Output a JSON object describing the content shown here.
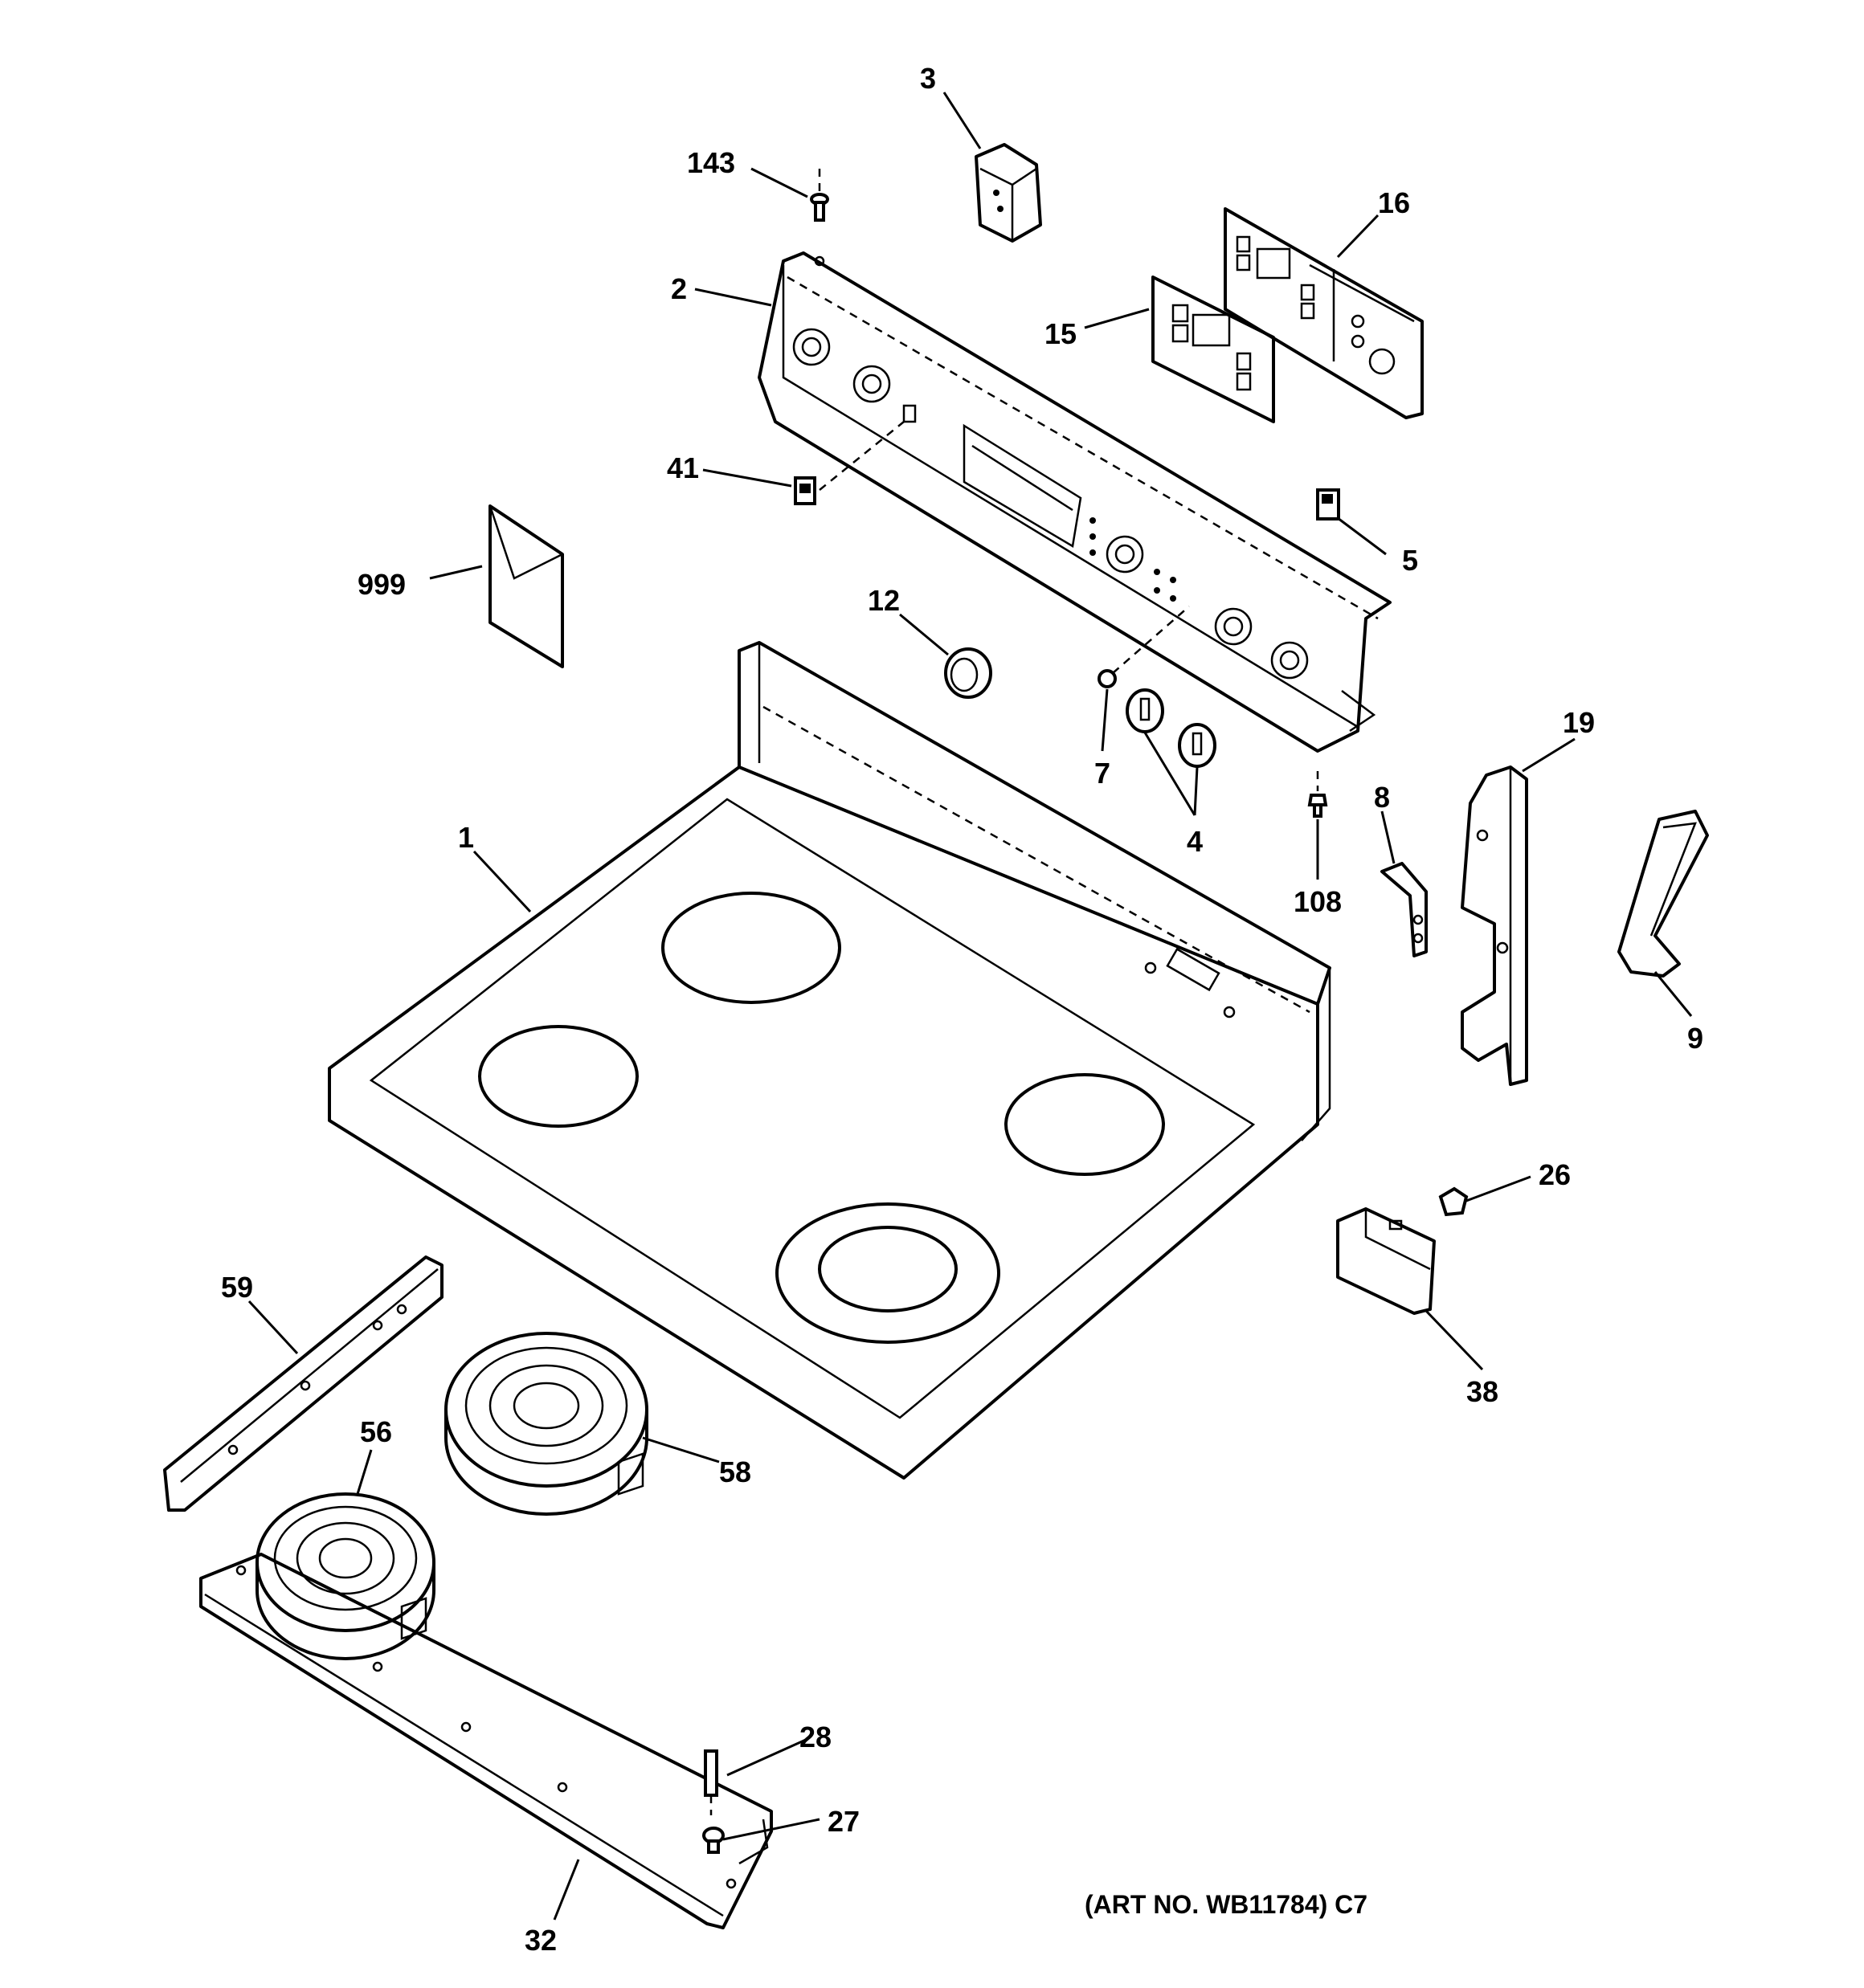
{
  "callouts": [
    {
      "id": "c3",
      "label": "3"
    },
    {
      "id": "c143",
      "label": "143"
    },
    {
      "id": "c16",
      "label": "16"
    },
    {
      "id": "c2",
      "label": "2"
    },
    {
      "id": "c15",
      "label": "15"
    },
    {
      "id": "c41",
      "label": "41"
    },
    {
      "id": "c5",
      "label": "5"
    },
    {
      "id": "c999",
      "label": "999"
    },
    {
      "id": "c12",
      "label": "12"
    },
    {
      "id": "c7",
      "label": "7"
    },
    {
      "id": "c4",
      "label": "4"
    },
    {
      "id": "c19",
      "label": "19"
    },
    {
      "id": "c8",
      "label": "8"
    },
    {
      "id": "c108",
      "label": "108"
    },
    {
      "id": "c1",
      "label": "1"
    },
    {
      "id": "c9",
      "label": "9"
    },
    {
      "id": "c26",
      "label": "26"
    },
    {
      "id": "c59",
      "label": "59"
    },
    {
      "id": "c38",
      "label": "38"
    },
    {
      "id": "c56",
      "label": "56"
    },
    {
      "id": "c58",
      "label": "58"
    },
    {
      "id": "c28",
      "label": "28"
    },
    {
      "id": "c27",
      "label": "27"
    },
    {
      "id": "c32",
      "label": "32"
    }
  ],
  "art_number": "(ART NO. WB11784) C7"
}
